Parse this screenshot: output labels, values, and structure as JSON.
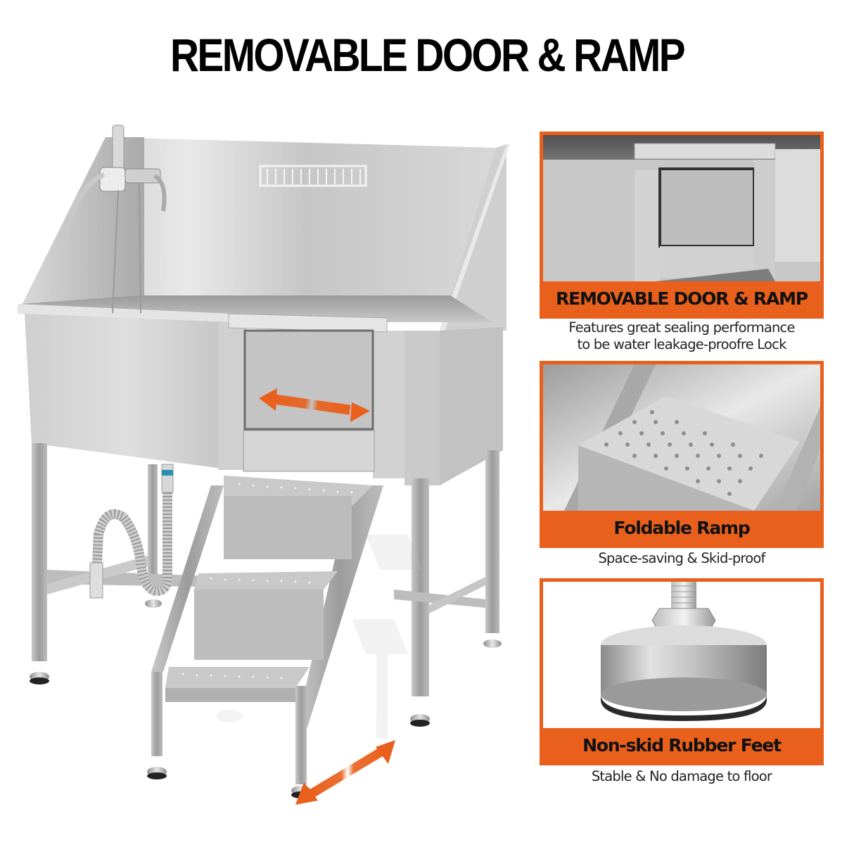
{
  "header": {
    "title": "REMOVABLE DOOR & RAMP"
  },
  "product": {
    "description": "Stainless steel dog grooming tub with side door, folding ramp stairs, faucet with hand sprayer, wall basket, drain hose and adjustable feet",
    "door_arrow": "double-headed orange arrow indicating sliding door",
    "ramp_arrow": "double-headed orange arrow indicating folding ramp"
  },
  "features": [
    {
      "label": "REMOVABLE DOOR & RAMP",
      "caption_lines": [
        "Features great sealing performance",
        "to be water leakage-proofre Lock"
      ],
      "image": "close-up of removable door"
    },
    {
      "label": "Foldable Ramp",
      "caption_lines": [
        "Space-saving & Skid-proof"
      ],
      "image": "close-up of perforated ramp step"
    },
    {
      "label": "Non-skid Rubber Feet",
      "caption_lines": [
        "Stable & No damage to floor"
      ],
      "image": "close-up of leveling foot with rubber base"
    }
  ],
  "colors": {
    "accent": "#e8601c",
    "steel_light": "#e6e6e6",
    "steel_mid": "#bdbdbd",
    "steel_dark": "#8a8a8a",
    "text": "#111111"
  }
}
